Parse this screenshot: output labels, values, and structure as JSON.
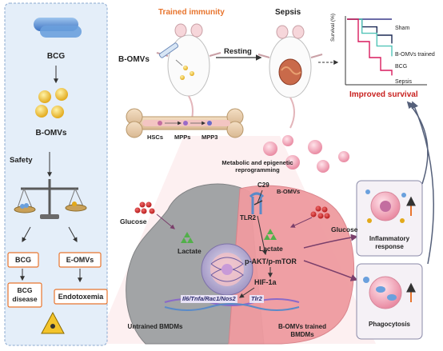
{
  "left_panel": {
    "bcg": "BCG",
    "b_omvs": "B-OMVs",
    "safety": "Safety",
    "bcg_box": "BCG",
    "e_omvs_box": "E-OMVs",
    "bcg_disease": "BCG disease",
    "endotoxemia": "Endotoxemia"
  },
  "top_flow": {
    "trained_immunity": "Trained immunity",
    "sepsis": "Sepsis",
    "b_omvs": "B-OMVs",
    "resting": "Resting",
    "hscs": "HSCs",
    "mpps": "MPPs",
    "mpp3": "MPP3"
  },
  "survival_chart": {
    "ylabel": "Survival (%)",
    "improved_survival": "Improved survival"
  },
  "chart_data": {
    "type": "line",
    "series": [
      {
        "name": "Sham",
        "values": [
          100,
          100
        ]
      },
      {
        "name": "B-OMVs trained",
        "values": [
          100,
          88,
          75,
          62
        ]
      },
      {
        "name": "BCG",
        "values": [
          100,
          78,
          58,
          42
        ]
      },
      {
        "name": "Sepsis",
        "values": [
          100,
          65,
          40,
          20,
          12
        ]
      }
    ]
  },
  "mechanism": {
    "reprogramming": "Metabolic and epigenetic reprogramming",
    "c29": "C29",
    "b_omvs": "B-OMVs",
    "tlr2": "TLR2",
    "glucose_left": "Glucose",
    "glucose_right": "Glucose",
    "lactate_left": "Lactate",
    "lactate_right": "Lactate",
    "pathway": "p-AKT/p-mTOR",
    "hif": "HIF-1a",
    "genes": "Il6/Tnfa/Rac1/Nos2",
    "tlr2_gene": "Tlr2",
    "untrained": "Untrained BMDMs",
    "trained": "B-OMVs trained BMDMs"
  },
  "outcomes": {
    "inflammatory": "Inflammatory response",
    "phagocytosis": "Phagocytosis"
  },
  "colors": {
    "left_panel_bg": "#e4eef9",
    "accent_orange": "#e8752e",
    "red_title": "#c8201e",
    "trained_cell": "#ef9ba0",
    "untrained_cell": "#a2a4a6",
    "sham_line": "#3a3a8a",
    "bomv_line": "#1c2a55",
    "bcg_line": "#52c4b8",
    "sepsis_line": "#d81c5e"
  }
}
